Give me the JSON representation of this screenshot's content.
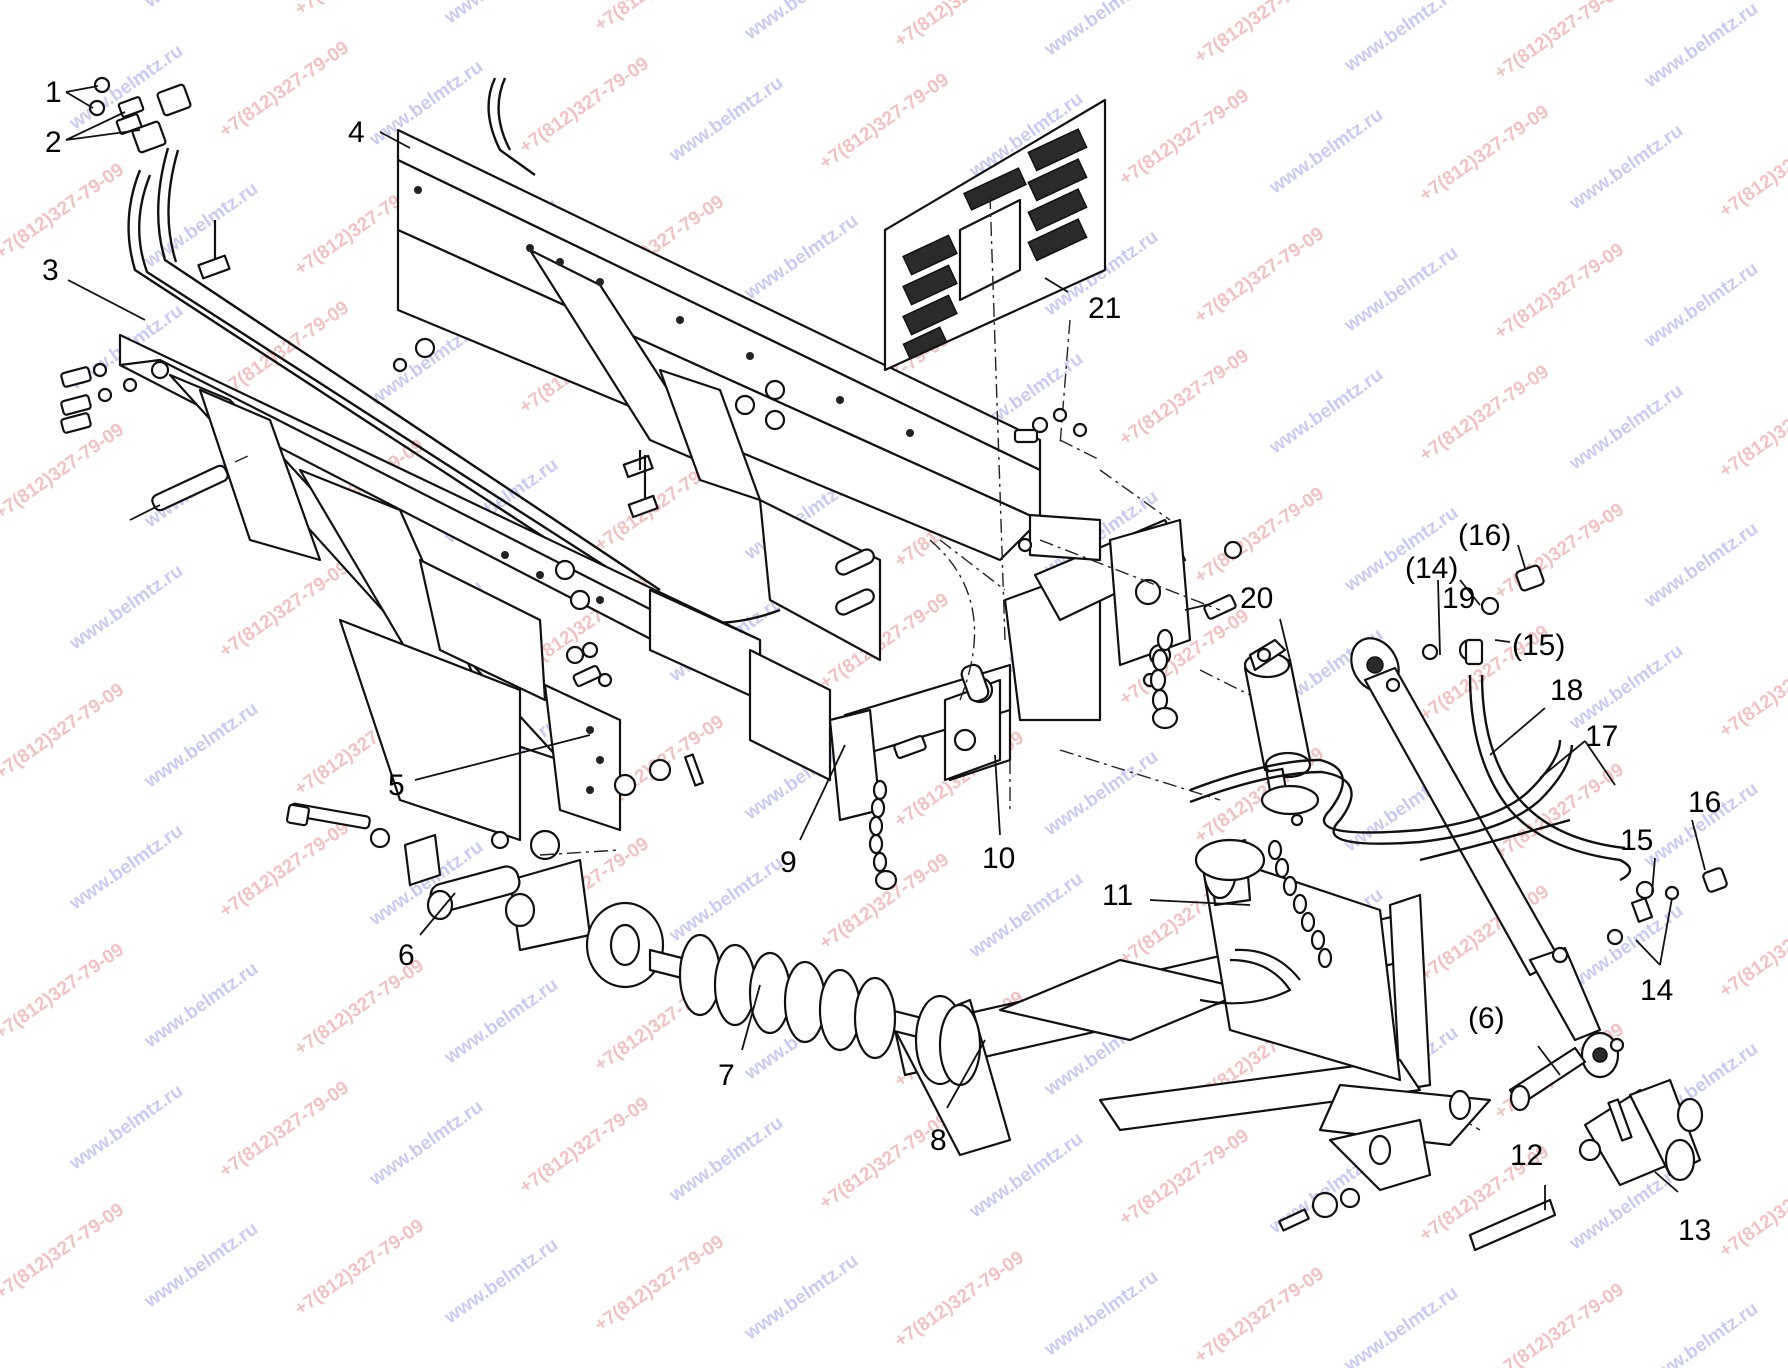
{
  "callouts": {
    "c1": "1",
    "c2": "2",
    "c3": "3",
    "c4": "4",
    "c5": "5",
    "c6": "6",
    "c6p": "(6)",
    "c7": "7",
    "c8": "8",
    "c9": "9",
    "c10": "10",
    "c11": "11",
    "c12": "12",
    "c13": "13",
    "c14": "14",
    "c14p": "(14)",
    "c15": "15",
    "c15p": "(15)",
    "c16": "16",
    "c16p": "(16)",
    "c17": "17",
    "c18": "18",
    "c19": "19",
    "c20": "20",
    "c21": "21"
  },
  "watermarks": {
    "site": "www.belmtz.ru",
    "phone": "+7(812)327-79-09"
  },
  "colors": {
    "line": "#111111",
    "watermark_site": "#6a6ae0",
    "watermark_phone": "#e05050"
  }
}
